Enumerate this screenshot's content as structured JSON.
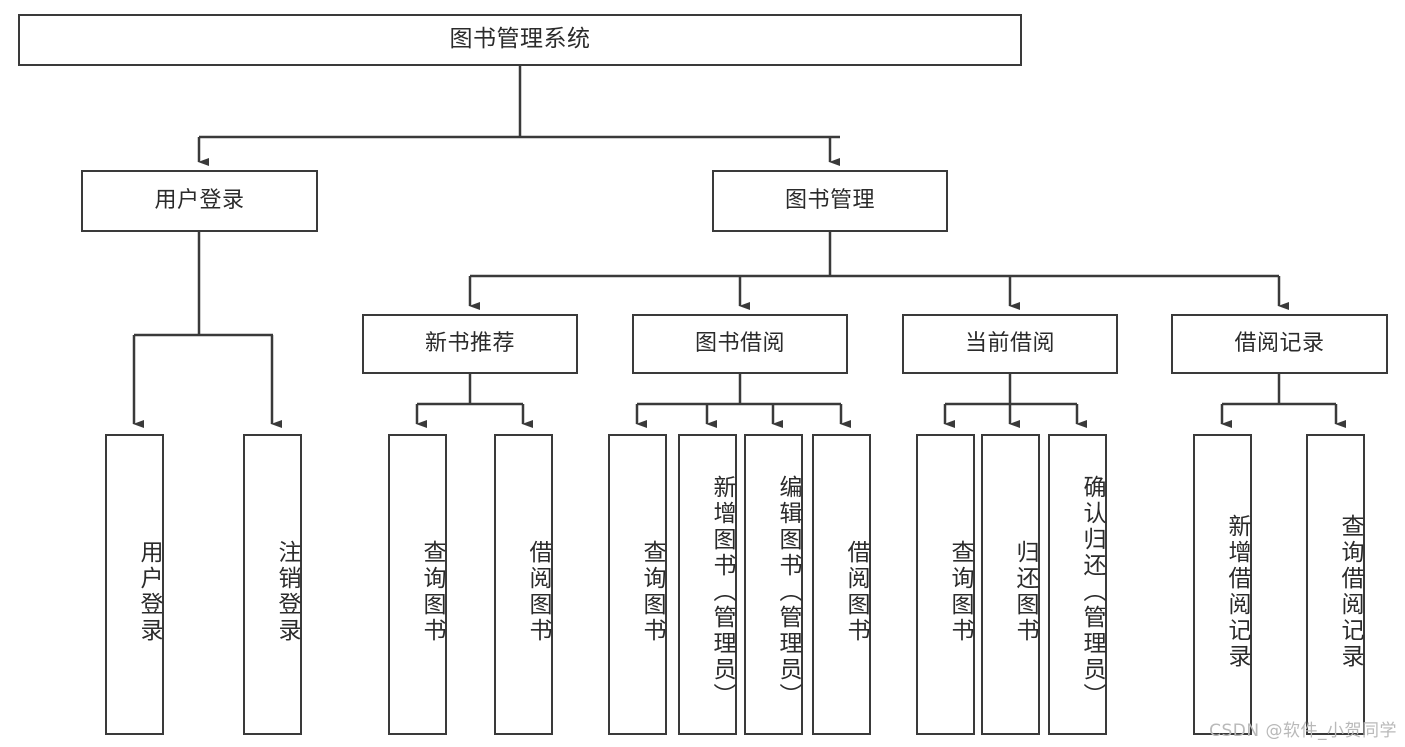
{
  "diagram": {
    "title": "图书管理系统",
    "type": "tree-hierarchy-chart",
    "watermark": "CSDN @软件_小贺同学",
    "colors": {
      "border": "#3a3a3a",
      "text": "#2b2b2b",
      "background": "#ffffff",
      "edge": "#3a3a3a",
      "watermark": "#b9b9b9"
    },
    "nodes": {
      "root": {
        "label": "图书管理系统"
      },
      "level2": [
        {
          "id": "user-login",
          "label": "用户登录"
        },
        {
          "id": "book-manage",
          "label": "图书管理"
        }
      ],
      "level3": [
        {
          "id": "new-book-rec",
          "label": "新书推荐"
        },
        {
          "id": "book-borrow",
          "label": "图书借阅"
        },
        {
          "id": "current-borrow",
          "label": "当前借阅"
        },
        {
          "id": "borrow-record",
          "label": "借阅记录"
        }
      ],
      "leaves": {
        "user-login": [
          {
            "id": "leaf-user-login",
            "label": "用户登录"
          },
          {
            "id": "leaf-user-logout",
            "label": "注销登录"
          }
        ],
        "new-book-rec": [
          {
            "id": "leaf-query-book-1",
            "label": "查询图书"
          },
          {
            "id": "leaf-borrow-book-1",
            "label": "借阅图书"
          }
        ],
        "book-borrow": [
          {
            "id": "leaf-query-book-2",
            "label": "查询图书"
          },
          {
            "id": "leaf-add-book",
            "label": "新增图书（管理员）"
          },
          {
            "id": "leaf-edit-book",
            "label": "编辑图书（管理员）"
          },
          {
            "id": "leaf-borrow-book-2",
            "label": "借阅图书"
          }
        ],
        "current-borrow": [
          {
            "id": "leaf-query-book-3",
            "label": "查询图书"
          },
          {
            "id": "leaf-return-book",
            "label": "归还图书"
          },
          {
            "id": "leaf-confirm-return",
            "label": "确认归还（管理员）"
          }
        ],
        "borrow-record": [
          {
            "id": "leaf-add-record",
            "label": "新增借阅记录"
          },
          {
            "id": "leaf-query-record",
            "label": "查询借阅记录"
          }
        ]
      }
    }
  }
}
